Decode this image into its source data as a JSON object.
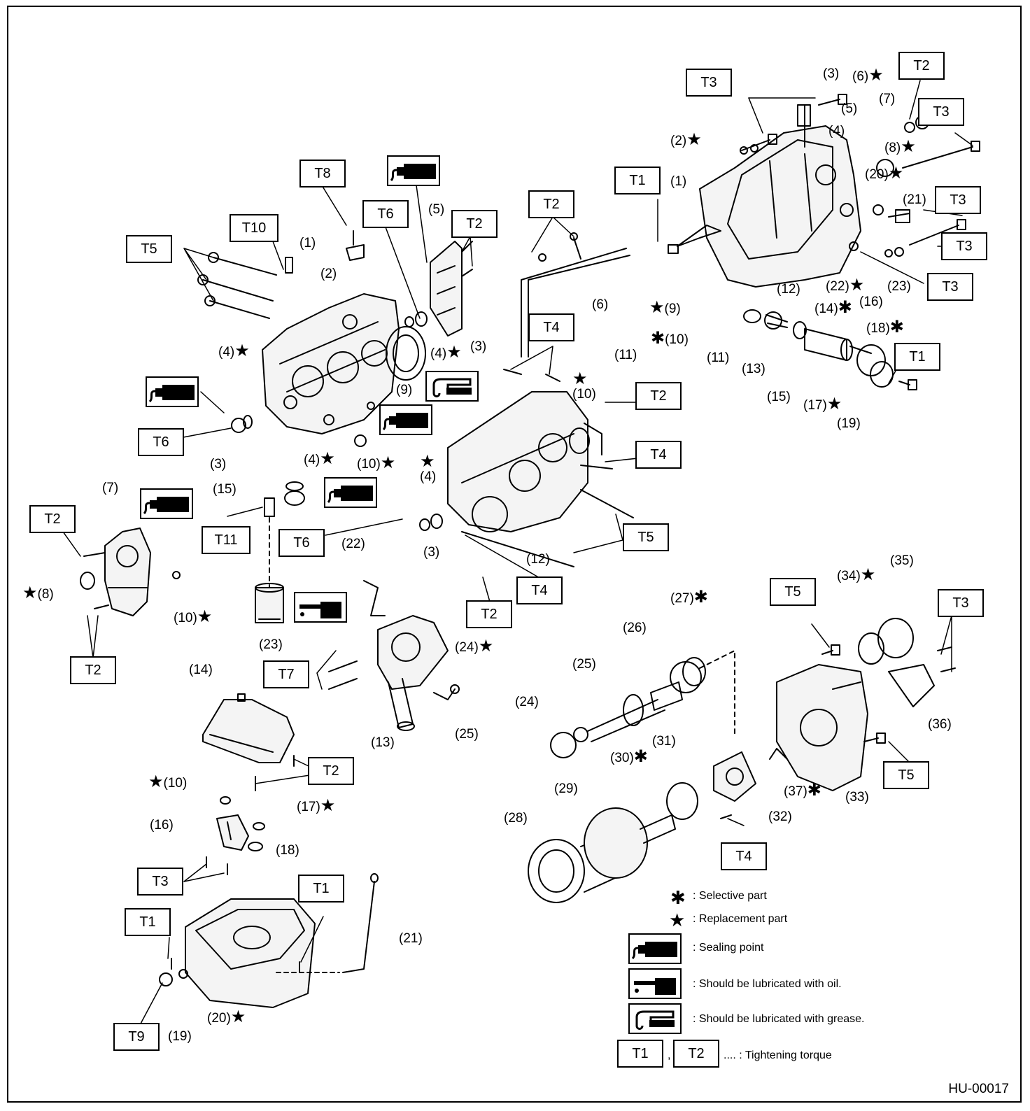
{
  "diagram_id": "HU-00017",
  "legend": {
    "selective": {
      "symbol": "✱",
      "text": ": Selective part"
    },
    "replacement": {
      "symbol": "★",
      "text": ": Replacement part"
    },
    "sealing": {
      "icon": "sealant-tube-icon",
      "text": ": Sealing point"
    },
    "oil": {
      "icon": "oil-can-icon",
      "text": ": Should be lubricated with oil."
    },
    "grease": {
      "icon": "grease-gun-icon",
      "text": ": Should be lubricated with grease."
    },
    "torque": {
      "box1": "T1",
      "sep": ",",
      "box2": "T2",
      "text": ".... : Tightening torque"
    }
  },
  "torque_boxes": [
    {
      "id": "t3-a",
      "text": "T3"
    },
    {
      "id": "t2-a",
      "text": "T2"
    },
    {
      "id": "t3-b",
      "text": "T3"
    },
    {
      "id": "t1-a",
      "text": "T1"
    },
    {
      "id": "t3-c",
      "text": "T3"
    },
    {
      "id": "t3-d",
      "text": "T3"
    },
    {
      "id": "t3-e",
      "text": "T3"
    },
    {
      "id": "t1-b",
      "text": "T1"
    },
    {
      "id": "t8",
      "text": "T8"
    },
    {
      "id": "t6-a",
      "text": "T6"
    },
    {
      "id": "t2-b",
      "text": "T2"
    },
    {
      "id": "t10",
      "text": "T10"
    },
    {
      "id": "t5-a",
      "text": "T5"
    },
    {
      "id": "t2-c",
      "text": "T2"
    },
    {
      "id": "t4-a",
      "text": "T4"
    },
    {
      "id": "t2-d",
      "text": "T2"
    },
    {
      "id": "t4-b",
      "text": "T4"
    },
    {
      "id": "t5-b",
      "text": "T5"
    },
    {
      "id": "t6-b",
      "text": "T6"
    },
    {
      "id": "t2-e",
      "text": "T2"
    },
    {
      "id": "t11",
      "text": "T11"
    },
    {
      "id": "t6-c",
      "text": "T6"
    },
    {
      "id": "t4-c",
      "text": "T4"
    },
    {
      "id": "t2-f",
      "text": "T2"
    },
    {
      "id": "t2-g",
      "text": "T2"
    },
    {
      "id": "t7",
      "text": "T7"
    },
    {
      "id": "t5-c",
      "text": "T5"
    },
    {
      "id": "t3-f",
      "text": "T3"
    },
    {
      "id": "t5-d",
      "text": "T5"
    },
    {
      "id": "t2-h",
      "text": "T2"
    },
    {
      "id": "t4-d",
      "text": "T4"
    },
    {
      "id": "t3-g",
      "text": "T3"
    },
    {
      "id": "t1-c",
      "text": "T1"
    },
    {
      "id": "t1-d",
      "text": "T1"
    },
    {
      "id": "t9",
      "text": "T9"
    }
  ],
  "part_labels": [
    {
      "id": "r3",
      "text": "(3)"
    },
    {
      "id": "r6",
      "text": "(6)"
    },
    {
      "id": "r7",
      "text": "(7)"
    },
    {
      "id": "r5",
      "text": "(5)"
    },
    {
      "id": "r4",
      "text": "(4)"
    },
    {
      "id": "r2",
      "text": "(2)"
    },
    {
      "id": "r8",
      "text": "(8)"
    },
    {
      "id": "r1",
      "text": "(1)"
    },
    {
      "id": "r20",
      "text": "(20)"
    },
    {
      "id": "r21",
      "text": "(21)"
    },
    {
      "id": "r22",
      "text": "(22)"
    },
    {
      "id": "r23",
      "text": "(23)"
    },
    {
      "id": "r12",
      "text": "(12)"
    },
    {
      "id": "r9",
      "text": "(9)"
    },
    {
      "id": "r14",
      "text": "(14)"
    },
    {
      "id": "r16",
      "text": "(16)"
    },
    {
      "id": "r10",
      "text": "(10)"
    },
    {
      "id": "r18",
      "text": "(18)"
    },
    {
      "id": "r11",
      "text": "(11)"
    },
    {
      "id": "r13",
      "text": "(13)"
    },
    {
      "id": "r15",
      "text": "(15)"
    },
    {
      "id": "r17",
      "text": "(17)"
    },
    {
      "id": "r19",
      "text": "(19)"
    },
    {
      "id": "c1",
      "text": "(1)"
    },
    {
      "id": "c2",
      "text": "(2)"
    },
    {
      "id": "c5",
      "text": "(5)"
    },
    {
      "id": "c6",
      "text": "(6)"
    },
    {
      "id": "c4a",
      "text": "(4)"
    },
    {
      "id": "c3a",
      "text": "(3)"
    },
    {
      "id": "c4b",
      "text": "(4)"
    },
    {
      "id": "c9",
      "text": "(9)"
    },
    {
      "id": "c10a",
      "text": "(10)"
    },
    {
      "id": "c11",
      "text": "(11)"
    },
    {
      "id": "c3b",
      "text": "(3)"
    },
    {
      "id": "c4c",
      "text": "(4)"
    },
    {
      "id": "c10b",
      "text": "(10)"
    },
    {
      "id": "c4d",
      "text": "(4)"
    },
    {
      "id": "c15",
      "text": "(15)"
    },
    {
      "id": "c3c",
      "text": "(3)"
    },
    {
      "id": "c12",
      "text": "(12)"
    },
    {
      "id": "c22",
      "text": "(22)"
    },
    {
      "id": "c23",
      "text": "(23)"
    },
    {
      "id": "c24",
      "text": "(24)"
    },
    {
      "id": "c13",
      "text": "(13)"
    },
    {
      "id": "c25",
      "text": "(25)"
    },
    {
      "id": "l7",
      "text": "(7)"
    },
    {
      "id": "l8",
      "text": "(8)"
    },
    {
      "id": "l10",
      "text": "(10)"
    },
    {
      "id": "p14",
      "text": "(14)"
    },
    {
      "id": "p10",
      "text": "(10)"
    },
    {
      "id": "p17",
      "text": "(17)"
    },
    {
      "id": "p16",
      "text": "(16)"
    },
    {
      "id": "p18",
      "text": "(18)"
    },
    {
      "id": "p21",
      "text": "(21)"
    },
    {
      "id": "p20",
      "text": "(20)"
    },
    {
      "id": "p19",
      "text": "(19)"
    },
    {
      "id": "d35",
      "text": "(35)"
    },
    {
      "id": "d34",
      "text": "(34)"
    },
    {
      "id": "d27",
      "text": "(27)"
    },
    {
      "id": "d26",
      "text": "(26)"
    },
    {
      "id": "d25",
      "text": "(25)"
    },
    {
      "id": "d24",
      "text": "(24)"
    },
    {
      "id": "d36",
      "text": "(36)"
    },
    {
      "id": "d31",
      "text": "(31)"
    },
    {
      "id": "d30",
      "text": "(30)"
    },
    {
      "id": "d29",
      "text": "(29)"
    },
    {
      "id": "d28",
      "text": "(28)"
    },
    {
      "id": "d32",
      "text": "(32)"
    },
    {
      "id": "d37",
      "text": "(37)"
    },
    {
      "id": "d33",
      "text": "(33)"
    }
  ]
}
